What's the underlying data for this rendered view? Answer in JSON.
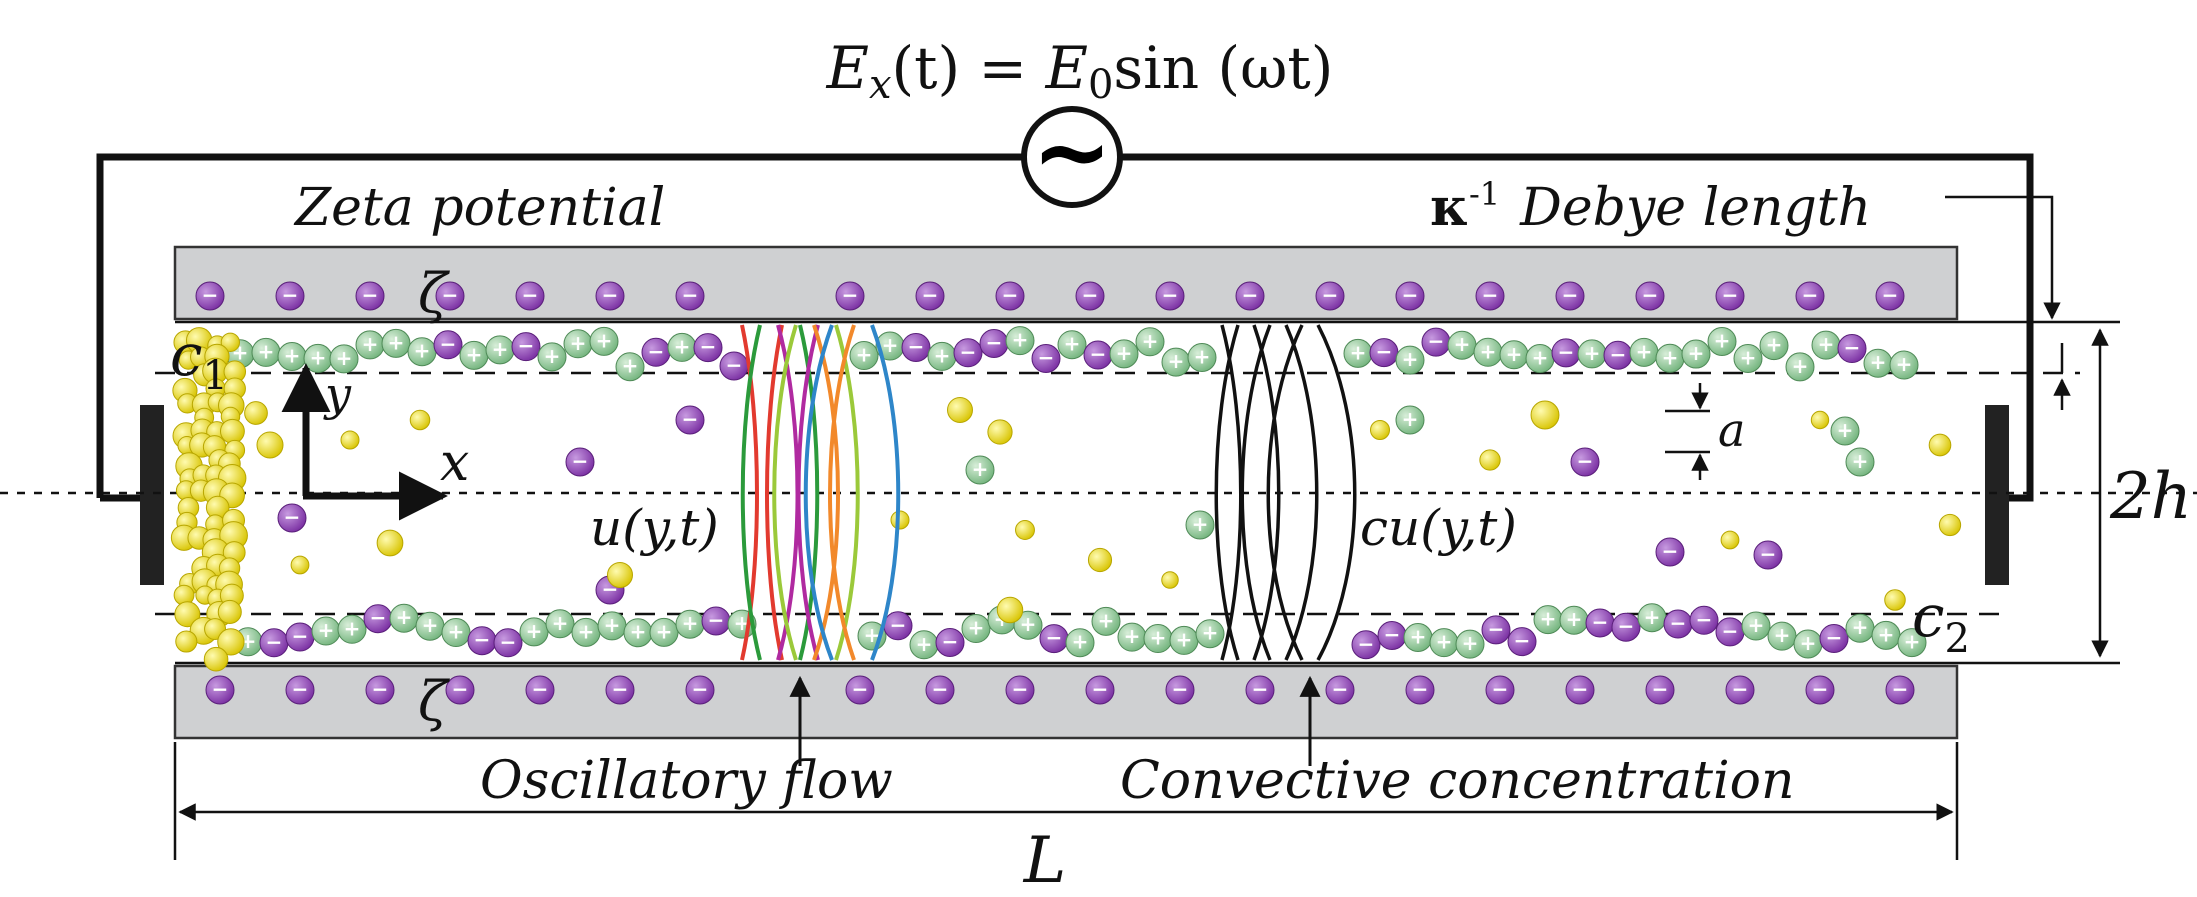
{
  "equation": {
    "lhs": "E",
    "lhs_sub": "x",
    "lhs_arg": "(t) = ",
    "rhs": "E",
    "rhs_sub": "0",
    "rhs_rest": "sin (ωt)"
  },
  "ac_source_symbol": "~",
  "labels": {
    "zeta_potential": "Zeta potential",
    "kappa": "κ",
    "kappa_exp": "-1",
    "debye_length": "Debye length",
    "zeta_top": "ζ",
    "zeta_bottom": "ζ",
    "c1": "c",
    "c1_sub": "1",
    "c2": "c",
    "c2_sub": "2",
    "y_axis": "y",
    "x_axis": "x",
    "u_profile": "u(y,t)",
    "cu_profile": "c",
    "cu_sub": "u",
    "cu_args": "(y,t)",
    "particle_radius": "a",
    "height": "2h",
    "length": "L",
    "oscillatory_flow": "Oscillatory flow",
    "convective_concentration": "Convective concentration"
  },
  "ion_symbols": {
    "anion": "−",
    "cation": "+"
  },
  "colors": {
    "wall": "#cfd0d2",
    "anion": "#8e3fb5",
    "cation": "#8cc894",
    "solute": "#f1e21a",
    "flow_profiles": [
      "#e23a2f",
      "#2b9a3b",
      "#b02aa0",
      "#9bc93a",
      "#f2892b",
      "#2e86c9"
    ]
  }
}
